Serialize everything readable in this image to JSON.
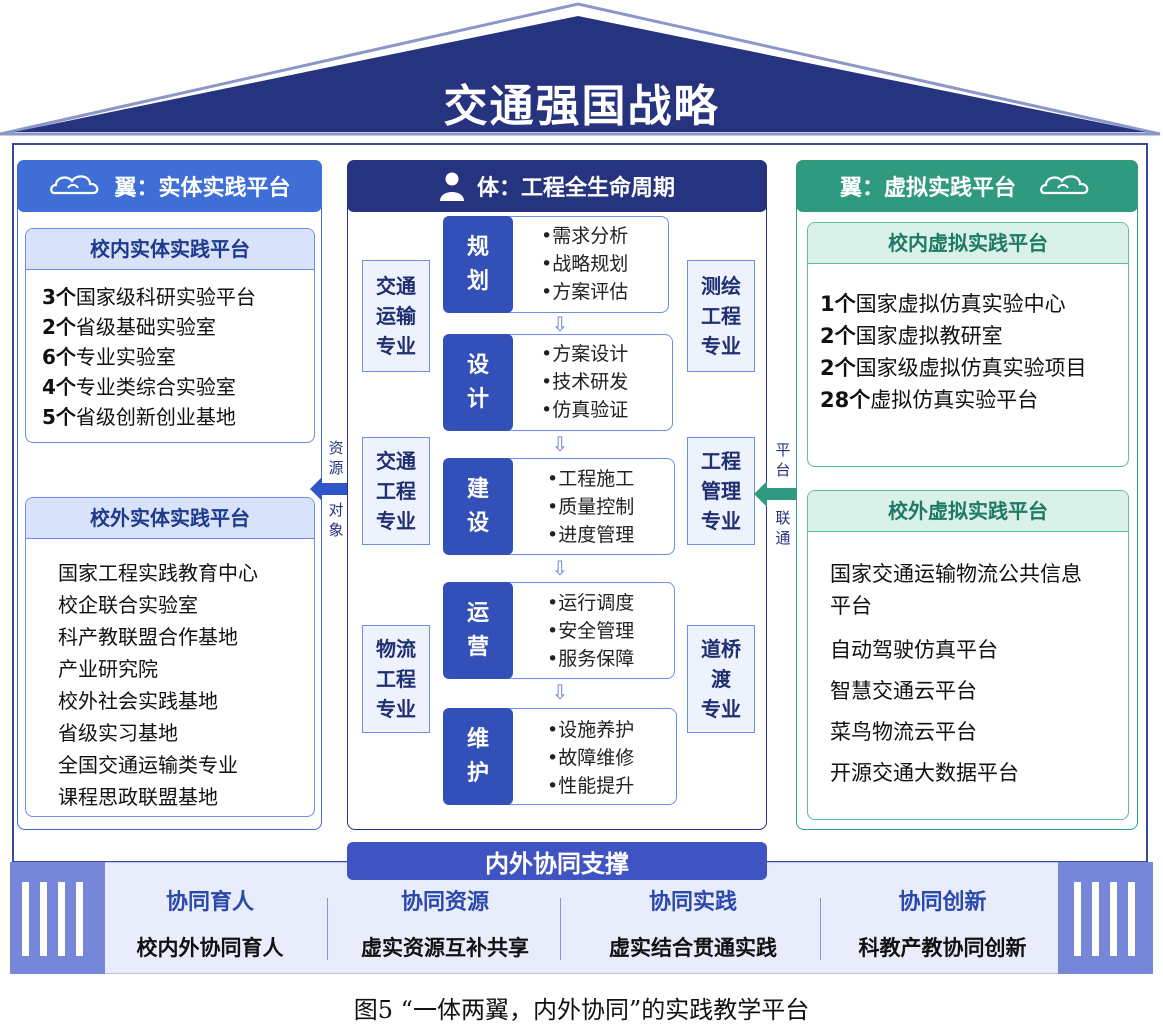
{
  "roof": {
    "title": "交通强国战略",
    "color": "#26337e"
  },
  "left_wing": {
    "header": "翼：实体实践平台",
    "icon": "cloud-icon",
    "inner": {
      "title": "校内实体实践平台",
      "items": [
        {
          "count": "3个",
          "text": "国家级科研实验平台"
        },
        {
          "count": "2个",
          "text": "省级基础实验室"
        },
        {
          "count": "6个",
          "text": "专业实验室"
        },
        {
          "count": "4个",
          "text": "专业类综合实验室"
        },
        {
          "count": "5个",
          "text": "省级创新创业基地"
        }
      ]
    },
    "outer": {
      "title": "校外实体实践平台",
      "items": [
        "国家工程实践教育中心",
        "校企联合实验室",
        "科产教联盟合作基地",
        "产业研究院",
        "校外社会实践基地",
        "省级实习基地",
        "全国交通运输类专业",
        "课程思政联盟基地"
      ]
    }
  },
  "left_link": [
    "资",
    "源",
    "对",
    "象"
  ],
  "right_link": [
    "平",
    "台",
    "联",
    "通"
  ],
  "body": {
    "header": "体：工程全生命周期",
    "icon": "person-icon",
    "stages": [
      {
        "tag": [
          "规",
          "划"
        ],
        "items": [
          "•需求分析",
          "•战略规划",
          "•方案评估"
        ]
      },
      {
        "tag": [
          "设",
          "计"
        ],
        "items": [
          "•方案设计",
          "•技术研发",
          "•仿真验证"
        ]
      },
      {
        "tag": [
          "建",
          "设"
        ],
        "items": [
          "•工程施工",
          "•质量控制",
          "•进度管理"
        ]
      },
      {
        "tag": [
          "运",
          "营"
        ],
        "items": [
          "•运行调度",
          "•安全管理",
          "•服务保障"
        ]
      },
      {
        "tag": [
          "维",
          "护"
        ],
        "items": [
          "•设施养护",
          "•故障维修",
          "•性能提升"
        ]
      }
    ],
    "majors_left": [
      [
        "交通",
        "运输",
        "专业"
      ],
      [
        "交通",
        "工程",
        "专业"
      ],
      [
        "物流",
        "工程",
        "专业"
      ]
    ],
    "majors_right": [
      [
        "测绘",
        "工程",
        "专业"
      ],
      [
        "工程",
        "管理",
        "专业"
      ],
      [
        "道桥",
        "渡",
        "专业"
      ]
    ]
  },
  "right_wing": {
    "header": "翼：虚拟实践平台",
    "icon": "cloud-icon",
    "inner": {
      "title": "校内虚拟实践平台",
      "items": [
        {
          "count": "1个",
          "text": "国家虚拟仿真实验中心"
        },
        {
          "count": "2个",
          "text": "国家虚拟教研室"
        },
        {
          "count": "2个",
          "text": "国家级虚拟仿真实验项目"
        },
        {
          "count": "28个",
          "text": "虚拟仿真实验平台"
        }
      ]
    },
    "outer": {
      "title": "校外虚拟实践平台",
      "items": [
        "国家交通运输物流公共信息",
        "平台",
        "自动驾驶仿真平台",
        "智慧交通云平台",
        "菜鸟物流云平台",
        "开源交通大数据平台"
      ]
    }
  },
  "support": {
    "header": "内外协同支撑",
    "columns": [
      {
        "title": "协同育人",
        "text": "校内外协同育人"
      },
      {
        "title": "协同资源",
        "text": "虚实资源互补共享"
      },
      {
        "title": "协同实践",
        "text": "虚实结合贯通实践"
      },
      {
        "title": "协同创新",
        "text": "科教产教协同创新"
      }
    ]
  },
  "caption": "图5 “一体两翼，内外协同”的实践教学平台"
}
